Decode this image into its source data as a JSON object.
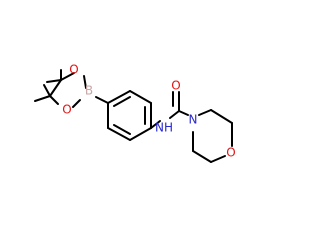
{
  "molecule": {
    "atoms": {
      "b": "B",
      "o_up": "O",
      "o_low": "O",
      "nh": "NH",
      "o_carbonyl": "O",
      "n_morph": "N",
      "o_morph": "O"
    },
    "colors": {
      "bond": "#000000",
      "boron": "#c8a6a6",
      "oxygen": "#e01515",
      "nitrogen": "#2727d6"
    }
  }
}
